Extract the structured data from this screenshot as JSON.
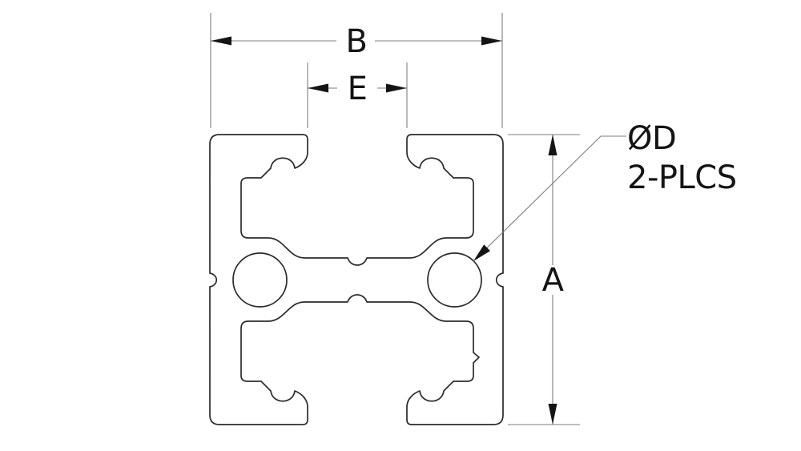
{
  "drawing": {
    "type": "extrusion-profile-cross-section",
    "dimension_labels": {
      "width": "B",
      "slot_width": "E",
      "height": "A"
    },
    "callout": {
      "line1": "ØD",
      "line2": "2-PLCS"
    },
    "colors": {
      "background": "#ffffff",
      "profile_line": "#2b2b2b",
      "dimension_line": "#7d7d7d",
      "text": "#141414"
    }
  }
}
